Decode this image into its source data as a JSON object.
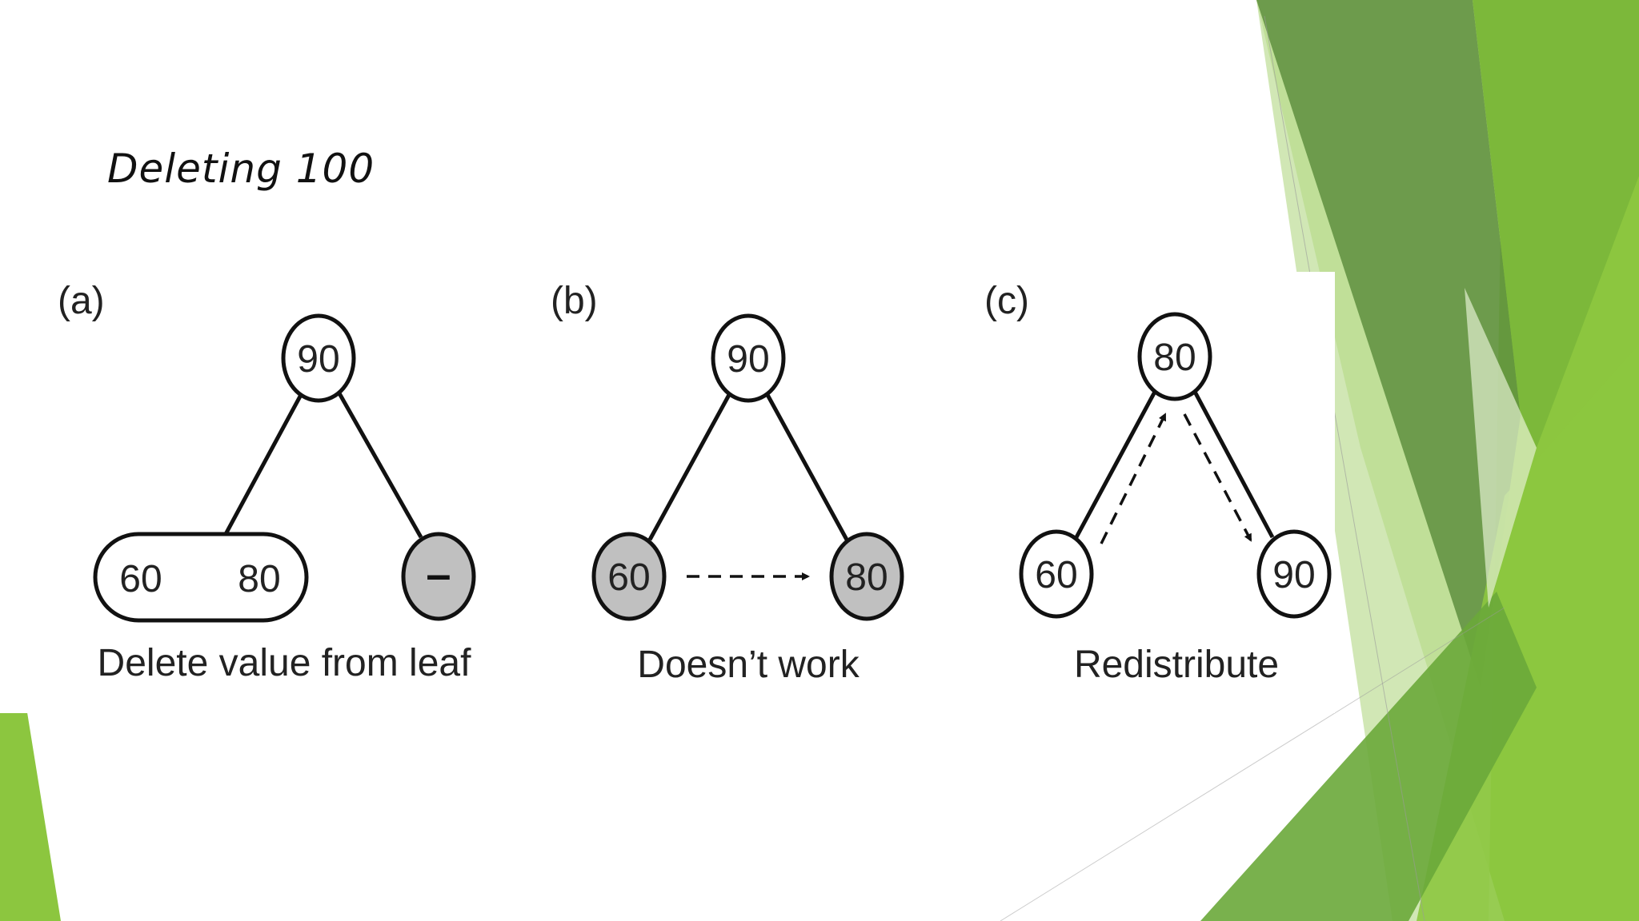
{
  "slide": {
    "title": "Deleting 100"
  },
  "theme": {
    "accent_light": "#8cc63f",
    "accent_mid": "#76b041",
    "accent_dark": "#5e8f3e",
    "node_shaded": "#c0c0c0",
    "node_plain": "#ffffff"
  },
  "panels": [
    {
      "id": "a",
      "label": "(a)",
      "caption": "Delete value from leaf",
      "root": "90",
      "left_leaf": [
        "60",
        "80"
      ],
      "right_leaf": "–"
    },
    {
      "id": "b",
      "label": "(b)",
      "caption": "Doesn’t work",
      "root": "90",
      "left_leaf": "60",
      "right_leaf": "80"
    },
    {
      "id": "c",
      "label": "(c)",
      "caption": "Redistribute",
      "root": "80",
      "left_leaf": "60",
      "right_leaf": "90"
    }
  ]
}
